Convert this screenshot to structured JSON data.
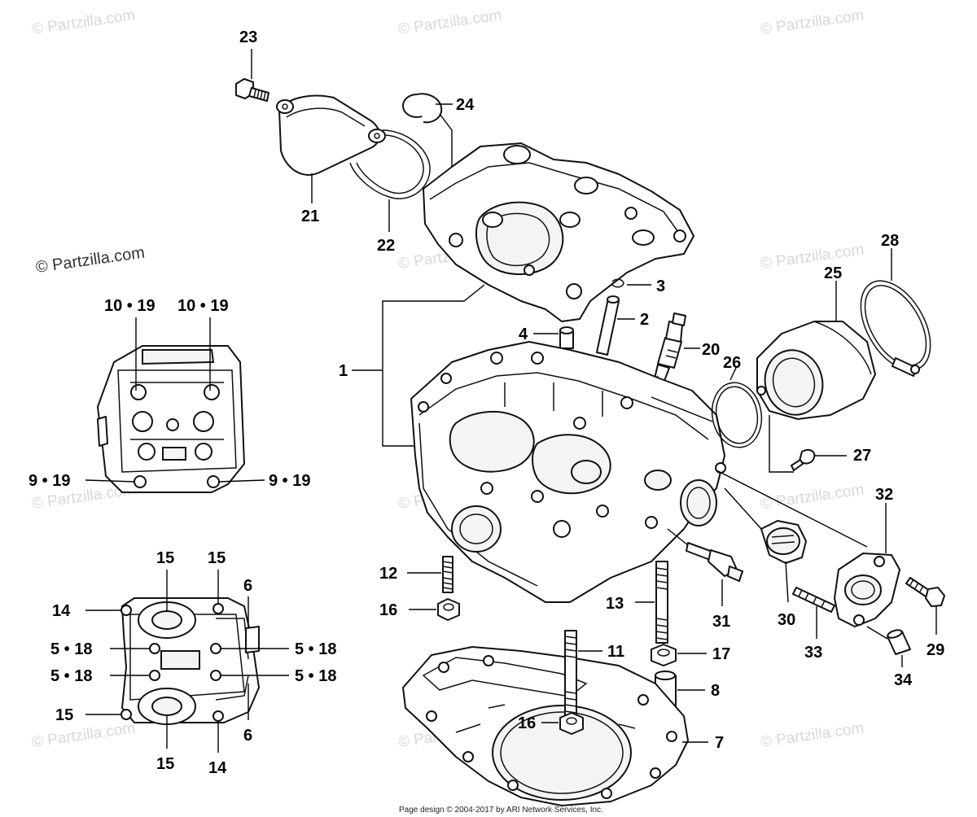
{
  "watermark": {
    "text": "© Partzilla.com",
    "light_color": "#d8d8d8",
    "dark_color": "#333333"
  },
  "footer": {
    "text": "Page design © 2004-2017 by ARI Network Services, Inc."
  },
  "callouts": {
    "c1": "1",
    "c2": "2",
    "c3": "3",
    "c4": "4",
    "c7": "7",
    "c8": "8",
    "c11": "11",
    "c12": "12",
    "c13": "13",
    "c16a": "16",
    "c16b": "16",
    "c17": "17",
    "c20": "20",
    "c21": "21",
    "c22": "22",
    "c23": "23",
    "c24": "24",
    "c25": "25",
    "c26": "26",
    "c27": "27",
    "c28": "28",
    "c29": "29",
    "c30": "30",
    "c31": "31",
    "c32": "32",
    "c33": "33",
    "c34": "34"
  },
  "top_view": {
    "c10_19_left": "10 • 19",
    "c10_19_right": "10 • 19",
    "c9_19_left": "9 • 19",
    "c9_19_right": "9 • 19"
  },
  "bottom_view": {
    "c15_top_left": "15",
    "c15_top_right": "15",
    "c15_mid_left": "15",
    "c15_bottom": "15",
    "c14_left": "14",
    "c14_bottom": "14",
    "c6_top": "6",
    "c6_bottom": "6",
    "c5_18_l1": "5 • 18",
    "c5_18_l2": "5 • 18",
    "c5_18_r1": "5 • 18",
    "c5_18_r2": "5 • 18"
  }
}
